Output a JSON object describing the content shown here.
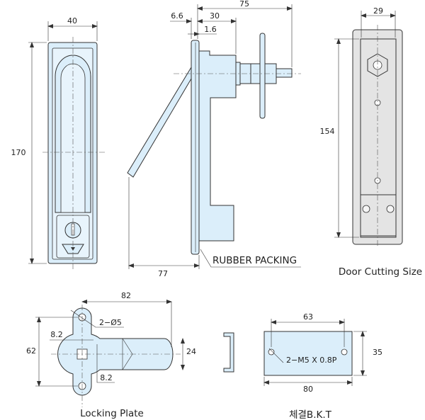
{
  "front_view": {
    "width_dim": "40",
    "height_dim": "170"
  },
  "side_view": {
    "overall_dim": "75",
    "body_dim": "30",
    "flange_dim": "6.6",
    "packing_dim": "1.6",
    "handle_open_dim": "77",
    "packing_label": "RUBBER PACKING"
  },
  "door_cutting": {
    "width_dim": "29",
    "height_dim": "154",
    "caption": "Door Cutting Size"
  },
  "locking_plate": {
    "length_dim": "82",
    "hole_dim": "2−Ø5",
    "height_dim": "62",
    "square_w_dim": "8.2",
    "square_h_dim": "8.2",
    "bar_dim": "24",
    "caption": "Locking Plate"
  },
  "bracket": {
    "hole_spacing_dim": "63",
    "length_dim": "80",
    "height_dim": "35",
    "thread_dim": "2−M5 X 0.8P",
    "caption": "체결B.K.T"
  },
  "colors": {
    "part_fill": "#dbeefa",
    "cutout_fill": "#e4e4e4"
  }
}
